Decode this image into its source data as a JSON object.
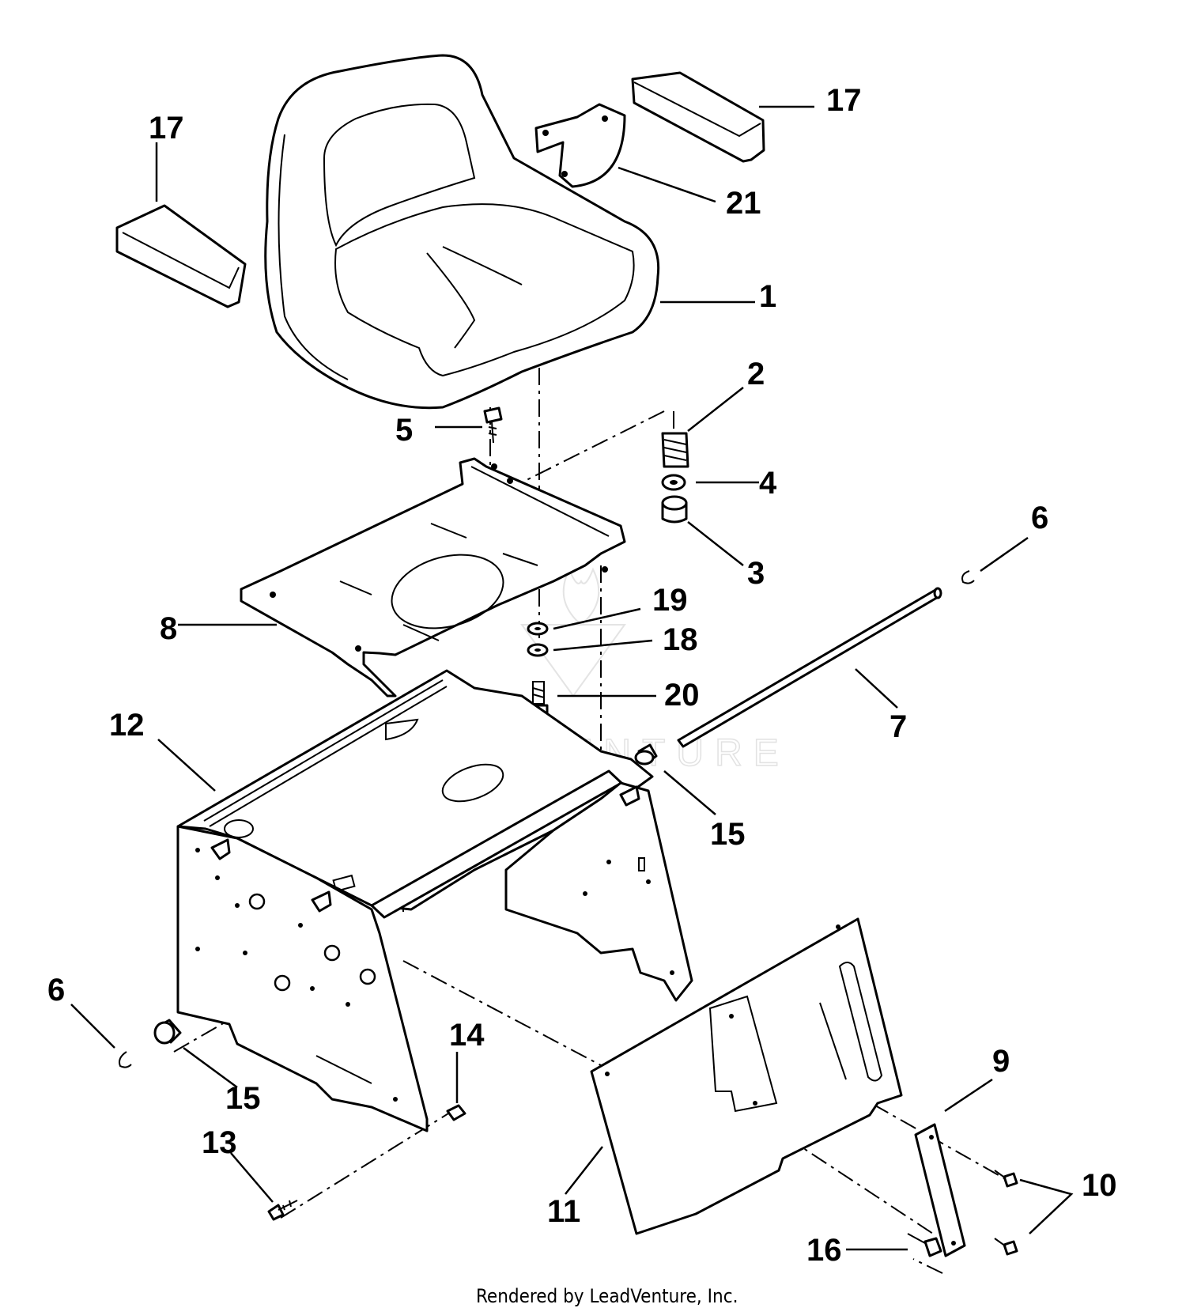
{
  "callouts": [
    {
      "id": "c17a",
      "text": "17"
    },
    {
      "id": "c17b",
      "text": "17"
    },
    {
      "id": "c21",
      "text": "21"
    },
    {
      "id": "c1",
      "text": "1"
    },
    {
      "id": "c2",
      "text": "2"
    },
    {
      "id": "c5",
      "text": "5"
    },
    {
      "id": "c4",
      "text": "4"
    },
    {
      "id": "c3",
      "text": "3"
    },
    {
      "id": "c6a",
      "text": "6"
    },
    {
      "id": "c19",
      "text": "19"
    },
    {
      "id": "c8",
      "text": "8"
    },
    {
      "id": "c18",
      "text": "18"
    },
    {
      "id": "c20",
      "text": "20"
    },
    {
      "id": "c7",
      "text": "7"
    },
    {
      "id": "c12",
      "text": "12"
    },
    {
      "id": "c15a",
      "text": "15"
    },
    {
      "id": "c6b",
      "text": "6"
    },
    {
      "id": "c15b",
      "text": "15"
    },
    {
      "id": "c14",
      "text": "14"
    },
    {
      "id": "c9",
      "text": "9"
    },
    {
      "id": "c13",
      "text": "13"
    },
    {
      "id": "c10",
      "text": "10"
    },
    {
      "id": "c11",
      "text": "11"
    },
    {
      "id": "c16",
      "text": "16"
    }
  ],
  "watermark": "LEADVENTURE",
  "footer": "Rendered by LeadVenture, Inc."
}
